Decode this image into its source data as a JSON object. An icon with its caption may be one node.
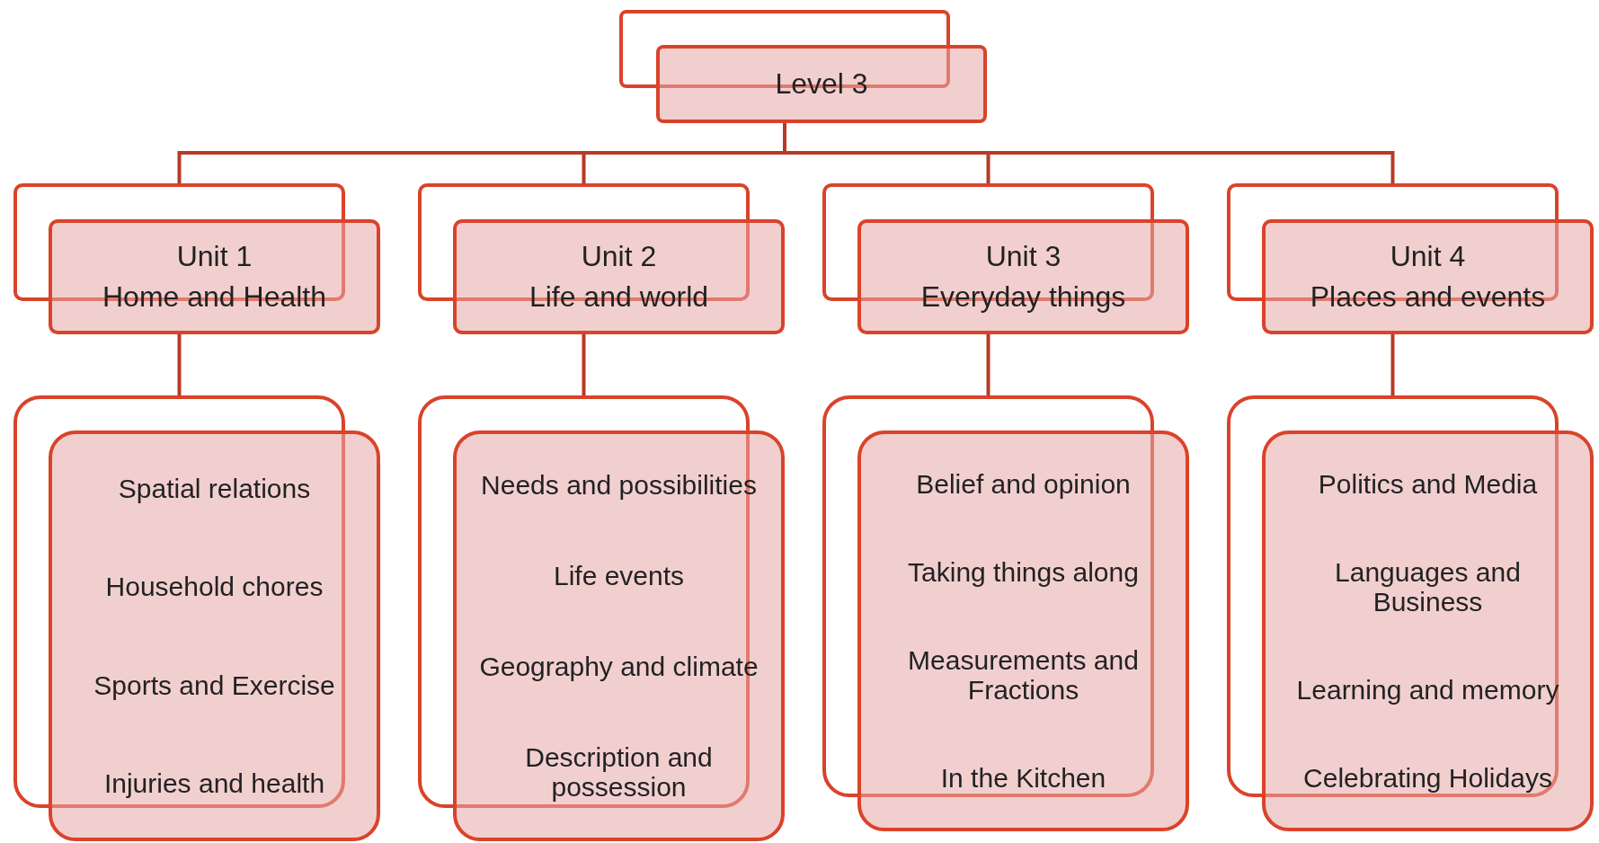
{
  "diagram": {
    "nodes": [
      {
        "text": [
          "Level 3"
        ]
      },
      {
        "text": [
          "Unit 1",
          "Home and Health"
        ]
      },
      {
        "text": [
          "Unit 2",
          "Life and world"
        ]
      },
      {
        "text": [
          "Unit 3",
          "Everyday things"
        ]
      },
      {
        "text": [
          "Unit 4",
          "Places and events"
        ]
      },
      {
        "text": [
          "Spatial relations",
          "Household chores",
          "Sports and Exercise",
          "Injuries and health"
        ]
      },
      {
        "text": [
          "Needs and possibilities",
          "Life events",
          "Geography and climate",
          "Description and possession"
        ]
      },
      {
        "text": [
          "Belief and opinion",
          "Taking things along",
          "Measurements and Fractions",
          "In the Kitchen"
        ]
      },
      {
        "text": [
          "Politics and Media",
          "Languages and Business",
          "Learning and memory",
          "Celebrating Holidays"
        ]
      }
    ],
    "edges": [
      {
        "from": 0,
        "to": 1,
        "arrow": "none"
      },
      {
        "from": 0,
        "to": 2,
        "arrow": "none"
      },
      {
        "from": 0,
        "to": 3,
        "arrow": "none"
      },
      {
        "from": 0,
        "to": 4,
        "arrow": "none"
      },
      {
        "from": 1,
        "to": 5,
        "arrow": "none"
      },
      {
        "from": 2,
        "to": 6,
        "arrow": "none"
      },
      {
        "from": 3,
        "to": 7,
        "arrow": "none"
      },
      {
        "from": 4,
        "to": 8,
        "arrow": "none"
      }
    ]
  }
}
